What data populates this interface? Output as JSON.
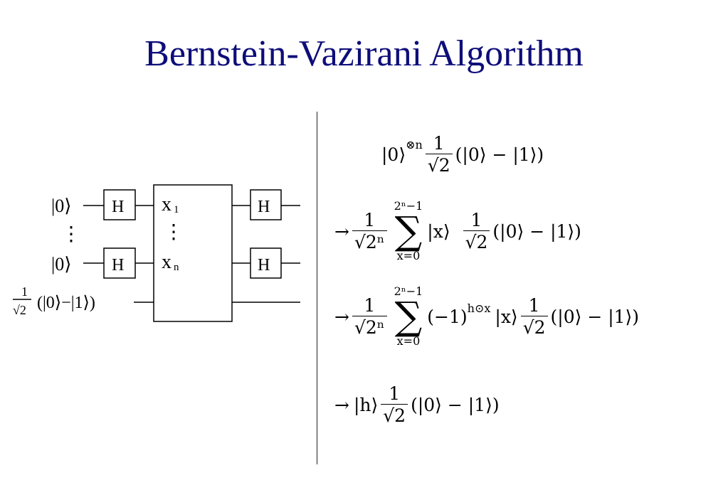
{
  "title": "Bernstein-Vazirani Algorithm",
  "circuit": {
    "inputs": [
      "|0⟩",
      "⋮",
      "|0⟩"
    ],
    "ancilla_frac_num": "1",
    "ancilla_frac_den": "√2",
    "ancilla_state": "(|0⟩−|1⟩)",
    "gate_h": "H",
    "oracle_x1": "x",
    "oracle_x1_sub": "1",
    "oracle_dots": "⋮",
    "oracle_xn": "x",
    "oracle_xn_sub": "n"
  },
  "equations": {
    "eq1": {
      "ket": "|0⟩",
      "sup": "⊗n",
      "num": "1",
      "den": "√2",
      "tail": "(|0⟩ − |1⟩)"
    },
    "eq2": {
      "arrow": "→",
      "num": "1",
      "den": "√2ⁿ",
      "upper": "2ⁿ−1",
      "sigma": "∑",
      "lower": "x=0",
      "ket": "|x⟩",
      "num2": "1",
      "den2": "√2",
      "tail": "(|0⟩ − |1⟩)"
    },
    "eq3": {
      "arrow": "→",
      "num": "1",
      "den": "√2ⁿ",
      "upper": "2ⁿ−1",
      "sigma": "∑",
      "lower": "x=0",
      "phase": "(−1)",
      "phase_sup": "h⊙x",
      "ket": "|x⟩",
      "num2": "1",
      "den2": "√2",
      "tail": "(|0⟩ − |1⟩)"
    },
    "eq4": {
      "arrow": "→",
      "ket": "|h⟩",
      "num": "1",
      "den": "√2",
      "tail": "(|0⟩ − |1⟩)"
    }
  }
}
